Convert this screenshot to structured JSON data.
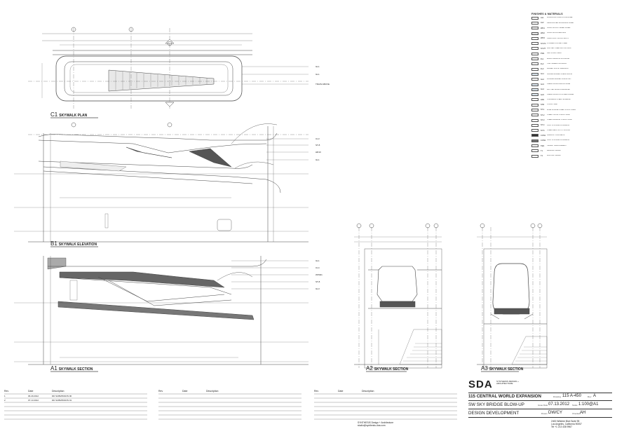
{
  "drawings": {
    "c1": {
      "num": "C1",
      "title": "SKYWALK PLAN"
    },
    "b1": {
      "num": "B1",
      "title": "SKYWALK ELEVATION"
    },
    "a1": {
      "num": "A1",
      "title": "SKYWALK SECTION"
    },
    "a2": {
      "num": "A2",
      "title": "SKYWALK SECTION"
    },
    "a3": {
      "num": "A3",
      "title": "SKYWALK SECTION"
    }
  },
  "plan_tags": [
    "GL1",
    "GL1",
    "TRAIN ABOVE"
  ],
  "elevation_tags": [
    "CL3",
    "ST-8",
    "HR10",
    "GL1"
  ],
  "section_tags": [
    "GL1",
    "CL4",
    "WP401",
    "ST-8",
    "GL3"
  ],
  "legend": {
    "title": "FINISHES & MATERIALS",
    "items": [
      {
        "code": "AL1",
        "desc": "ALUMINIUM COMPOSITE PANEL",
        "fill": "#ffffff"
      },
      {
        "code": "AL2",
        "desc": "PERFORATED ALUMINIUM PANEL",
        "fill": "#ffffff"
      },
      {
        "code": "WD1",
        "desc": "SOLID WOOD TIMBER PANEL",
        "fill": "#f2f2f2"
      },
      {
        "code": "WD2",
        "desc": "SOLID WOOD DECKING",
        "fill": "#e6e6e6"
      },
      {
        "code": "WD3",
        "desc": "OPEN JOINT WOOD SLATS",
        "fill": "#ffffff"
      },
      {
        "code": "ST-PC",
        "desc": "POWDER COATED STEEL",
        "fill": "#ffffff"
      },
      {
        "code": "ST-PT",
        "desc": "PAINTED STEEL MATTE FINISH",
        "fill": "#ffffff"
      },
      {
        "code": "FW1",
        "desc": "GRC FINISH WALL",
        "fill": "#ffffff"
      },
      {
        "code": "FL1",
        "desc": "BLACK GRANITE FLOORING",
        "fill": "#ffffff"
      },
      {
        "code": "FL2",
        "desc": "TILE TIMBER FLOORING",
        "fill": "#ffffff"
      },
      {
        "code": "FL3",
        "desc": "RAISED WHITE TERRAZZO",
        "fill": "#ffffff"
      },
      {
        "code": "GL1",
        "desc": "SINGLE GLAZED CLEAR GLASS",
        "fill": "#dbe7ef"
      },
      {
        "code": "GL2",
        "desc": "DOUBLE GLAZED LOW-E UNIT",
        "fill": "#ffffff"
      },
      {
        "code": "GL3",
        "desc": "CLEAR GLASS BALUSTRADE",
        "fill": "#dbe7ef"
      },
      {
        "code": "GL4",
        "desc": "FRITTED GLASS LAMINATED",
        "fill": "#dbe7ef"
      },
      {
        "code": "GL5",
        "desc": "CLEAR GLASS ON STEEL FRAME",
        "fill": "#dbe7ef"
      },
      {
        "code": "HR1",
        "desc": "STAINLESS STEEL HANDRAIL",
        "fill": "#ffffff"
      },
      {
        "code": "STR",
        "desc": "STRUCTURE",
        "fill": "#ffffff"
      },
      {
        "code": "ST-1",
        "desc": "WIDE FLANGE STEEL STRUCTURAL",
        "fill": "#ffffff"
      },
      {
        "code": "ST-2",
        "desc": "STEEL TRUSS STRUCTURAL",
        "fill": "#ffffff"
      },
      {
        "code": "ST-3",
        "desc": "STEEL FRAMING STRUCTURAL",
        "fill": "#ffffff"
      },
      {
        "code": "ST-4",
        "desc": "CAST IN PLACE CONCRETE",
        "fill": "#ffffff"
      },
      {
        "code": "ST-5",
        "desc": "STEEL DECK WITH TOPPING",
        "fill": "#ffffff"
      },
      {
        "code": "CON1",
        "desc": "PRECAST CONCRETE",
        "fill": "#333333"
      },
      {
        "code": "CON2",
        "desc": "CAST IN PLACE CONCRETE",
        "fill": "#777777"
      },
      {
        "code": "TEN",
        "desc": "TENANT IMPROVEMENT",
        "fill": "#ffffff"
      },
      {
        "code": "T1",
        "desc": "LEASING TENANT",
        "fill": "#ffffff"
      },
      {
        "code": "T2",
        "desc": "ANCHOR TENANT",
        "fill": "#ffffff"
      }
    ]
  },
  "revisions": {
    "headers": [
      "Rev",
      "Date",
      "Description"
    ],
    "rows": [
      {
        "rev": "1",
        "date": "06.29.2012",
        "desc": "DD SUBMISSION 00"
      },
      {
        "rev": "2",
        "date": "07.13.2012",
        "desc": "DD SUBMISSION 01"
      }
    ],
    "blank_headers_2": [
      "Rev",
      "Date",
      "Description"
    ],
    "blank_headers_3": [
      "Rev",
      "Date",
      "Description"
    ]
  },
  "title_block": {
    "logo": "SDA",
    "logo_sub": "SYNTHESIS DESIGN + ARCHITECTURE",
    "project": "115 CENTRAL WORLD EXPANSION",
    "drawing_label": "Drawing",
    "drawing_no": "115 A-450",
    "rev_label": "Rev",
    "rev": "A",
    "sheet_title": "SW SKY BRIDGE BLOW-UP",
    "issue_label": "Issue Date",
    "issue_date": "07.13.2012",
    "scale_label": "Scale",
    "scale": "1:100@A1",
    "phase": "DESIGN DEVELOPMENT",
    "drawn_label": "Drawn",
    "drawn": "DW/CY",
    "checked_label": "Checked",
    "checked": "AH",
    "firm_name": "SYNTHESIS Design + Architecture",
    "address1": "2400 Wilshire Blvd Suite 95",
    "address2": "Los Angeles, California 90057",
    "phone": "Tel +1 213 438 9967",
    "email": "studio@synthesis-dna.com"
  }
}
